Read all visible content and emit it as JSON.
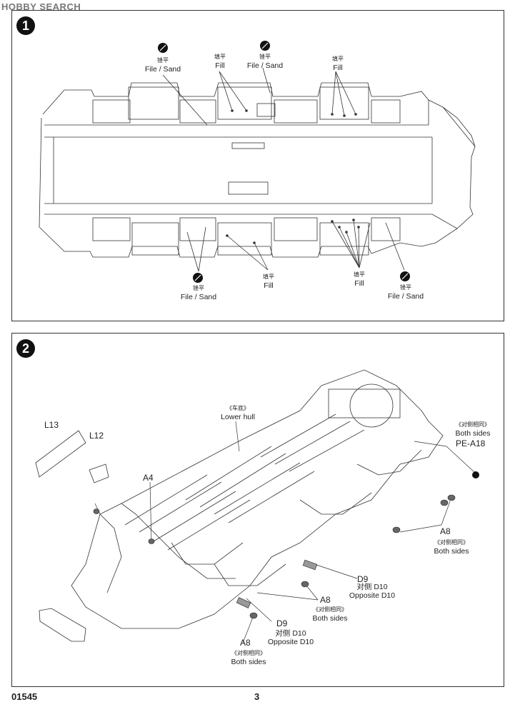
{
  "watermark": "HOBBY SEARCH",
  "steps": [
    {
      "number": "1"
    },
    {
      "number": "2"
    }
  ],
  "step1": {
    "file_sand_cn": "锉平",
    "file_sand_en": "File / Sand",
    "fill_cn": "填平",
    "fill_en": "Fill"
  },
  "step2": {
    "lower_hull_cn": "《车底》",
    "lower_hull_en": "Lower hull",
    "both_sides_cn": "《对侧相同》",
    "both_sides_en": "Both sides",
    "pe_a18": "PE-A18",
    "l13": "L13",
    "l12": "L12",
    "a4": "A4",
    "a8": "A8",
    "d9": "D9",
    "opposite_cn": "对侧",
    "d10": "D10",
    "opposite_d10": "Opposite D10"
  },
  "footer": {
    "code": "01545",
    "page": "3"
  },
  "colors": {
    "line": "#333333",
    "hole": "#000000"
  }
}
